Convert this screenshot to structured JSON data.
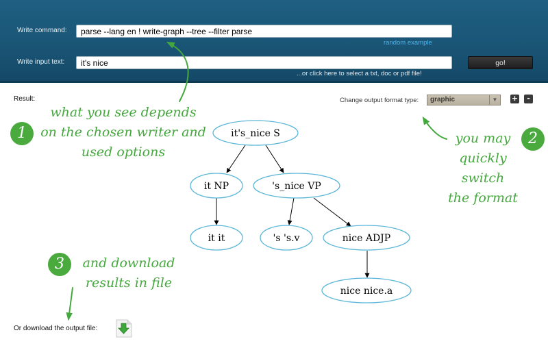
{
  "form": {
    "command_label": "Write command:",
    "command_value": "parse --lang en ! write-graph --tree --filter parse",
    "random_example": "random example",
    "input_label": "Write input text:",
    "input_value": "it's nice",
    "file_link": "...or click here to select a txt, doc or pdf file!",
    "go_label": "go!"
  },
  "result": {
    "label": "Result:",
    "format_label": "Change output format type:",
    "format_value": "graphic",
    "plus": "+",
    "minus": "-"
  },
  "tree": {
    "nodes": [
      "it's_nice S",
      "it NP",
      "'s_nice VP",
      "it it",
      "'s 's.v",
      "nice ADJP",
      "nice nice.a"
    ]
  },
  "annotations": {
    "one": "1",
    "one_text": [
      "what you see depends",
      "on the chosen writer and",
      "used options"
    ],
    "two": "2",
    "two_text": [
      "you may",
      "quickly",
      "switch",
      "the format"
    ],
    "three": "3",
    "three_text": [
      "and download",
      "results in file"
    ]
  },
  "download": {
    "label": "Or download the output file:"
  },
  "colors": {
    "header": "#1a5576",
    "link": "#4fb3e8",
    "note_green": "#44a83d",
    "node_stroke": "#5bb6d8"
  },
  "icons": [
    "download-arrow-icon",
    "arrow-icon",
    "select-arrow-icon"
  ]
}
